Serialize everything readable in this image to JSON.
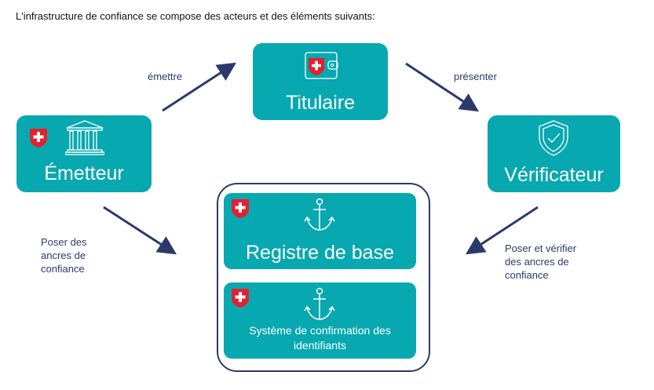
{
  "intro": "L'infrastructure de confiance se compose des acteurs et des éléments suivants:",
  "nodes": {
    "holder": "Titulaire",
    "issuer": "Émetteur",
    "verifier": "Vérificateur",
    "base_registry": "Registre de base",
    "identifier_system": "Système de confirmation des identifiants"
  },
  "edges": {
    "issue": "émettre",
    "present": "présenter",
    "anchor_left": "Poser des ancres de confiance",
    "anchor_right": "Poser et vérifier des ancres de confiance"
  },
  "colors": {
    "teal": "#07a8b0",
    "navy": "#2b3a6b",
    "flag": "#e5202e"
  }
}
